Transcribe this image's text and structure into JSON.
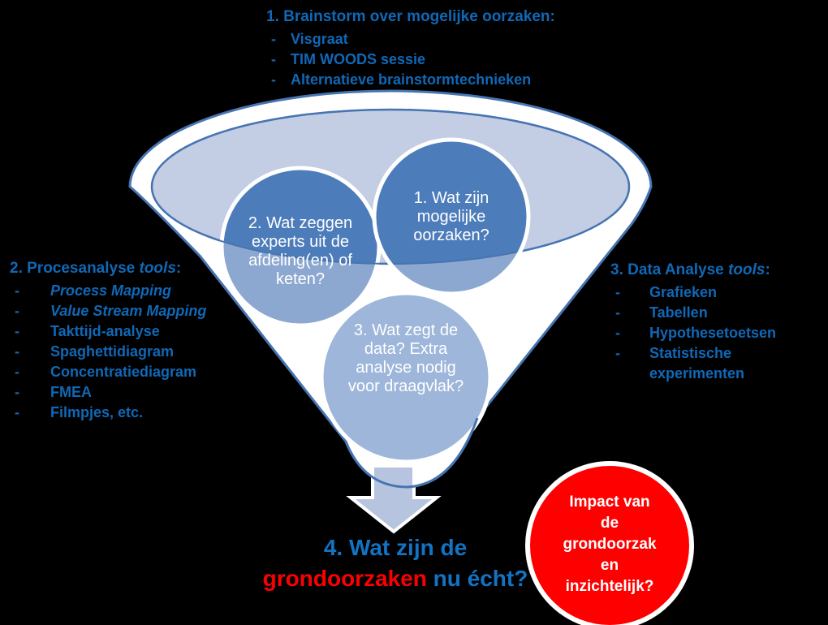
{
  "bullet": "-",
  "colors": {
    "background": "#000000",
    "list_text": "#1068b6",
    "question_blue": "#1273c4",
    "question_red": "#fb0000",
    "funnel_outline": "#4674b2",
    "funnel_fill": "#ffffff",
    "mouth_fill": "#c3cde3",
    "circle_dark": "#4d7cba",
    "circle_medium": "#8da8d0",
    "circle_light": "#9db6d9",
    "arrow_fill": "#b6c4df",
    "impact_fill": "#fe0000",
    "circle_text": "#ffffff",
    "ring_white": "#ffffff"
  },
  "top_list": {
    "heading": "1. Brainstorm over mogelijke oorzaken:",
    "items": [
      "Visgraat",
      "TIM WOODS sessie",
      "Alternatieve brainstormtechnieken"
    ]
  },
  "left_list": {
    "heading_prefix": "2. Procesanalyse ",
    "heading_italic": "tools",
    "heading_suffix": ":",
    "items": [
      "Process Mapping",
      "Value Stream Mapping",
      "Takttijd-analyse",
      "Spaghettidiagram",
      "Concentratiediagram",
      "FMEA",
      "Filmpjes, etc."
    ]
  },
  "right_list": {
    "heading_prefix": "3. Data Analyse ",
    "heading_italic": "tools",
    "heading_suffix": ":",
    "items": [
      "Grafieken",
      "Tabellen",
      "Hypothesetoetsen",
      "Statistische experimenten"
    ]
  },
  "funnel_circles": {
    "circle1": [
      "1. Wat zijn",
      "mogelijke",
      "oorzaken?"
    ],
    "circle2": [
      "2. Wat zeggen",
      "experts uit de",
      "afdeling(en) of",
      "keten?"
    ],
    "circle3": [
      "3. Wat zegt de",
      "data?  Extra",
      "analyse nodig",
      "voor draagvlak?"
    ]
  },
  "question": {
    "line1": "4. Wat zijn de",
    "red_part": "grondoorzaken",
    "blue_part": " nu écht?"
  },
  "impact_circle": {
    "lines": [
      "Impact van",
      "de",
      "grondoorzak",
      "en",
      "inzichtelijk?"
    ]
  }
}
